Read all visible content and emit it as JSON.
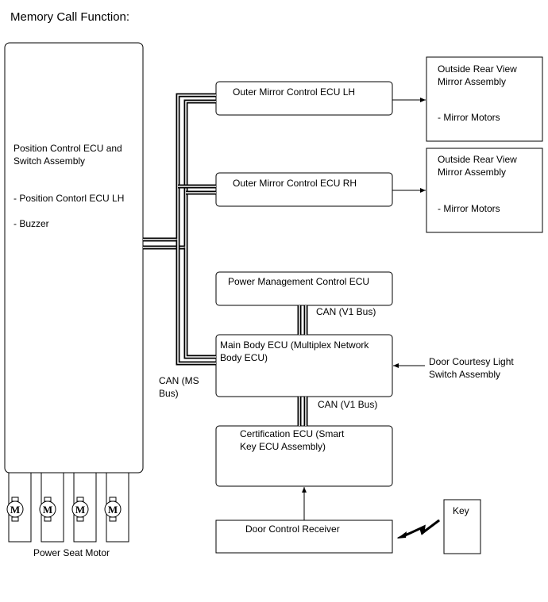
{
  "title": "Memory Call Function:",
  "position_ecu": {
    "line1": "Position Control ECU and",
    "line2": "Switch Assembly",
    "item1": "- Position Contorl ECU LH",
    "item2": "- Buzzer"
  },
  "mirror_ecu_lh": "Outer Mirror Control ECU LH",
  "mirror_ecu_rh": "Outer Mirror Control ECU RH",
  "mirror_assy_lh": {
    "line1": "Outside Rear View",
    "line2": "Mirror Assembly",
    "item": "- Mirror Motors"
  },
  "mirror_assy_rh": {
    "line1": "Outside Rear View",
    "line2": "Mirror Assembly",
    "item": "- Mirror Motors"
  },
  "power_mgmt_ecu": "Power Management Control ECU",
  "main_body_ecu": {
    "line1": "Main Body ECU (Multiplex Network",
    "line2": "Body ECU)"
  },
  "certification_ecu": {
    "line1": "Certification ECU (Smart",
    "line2": "Key ECU Assembly)"
  },
  "door_receiver": "Door Control Receiver",
  "key": "Key",
  "door_courtesy": {
    "line1": "Door Courtesy Light",
    "line2": "Switch Assembly"
  },
  "can_v1_top": "CAN (V1 Bus)",
  "can_v1_bottom": "CAN (V1 Bus)",
  "can_ms": {
    "line1": "CAN (MS",
    "line2": "Bus)"
  },
  "motor_symbol": "M",
  "power_seat_motor": "Power Seat Motor"
}
